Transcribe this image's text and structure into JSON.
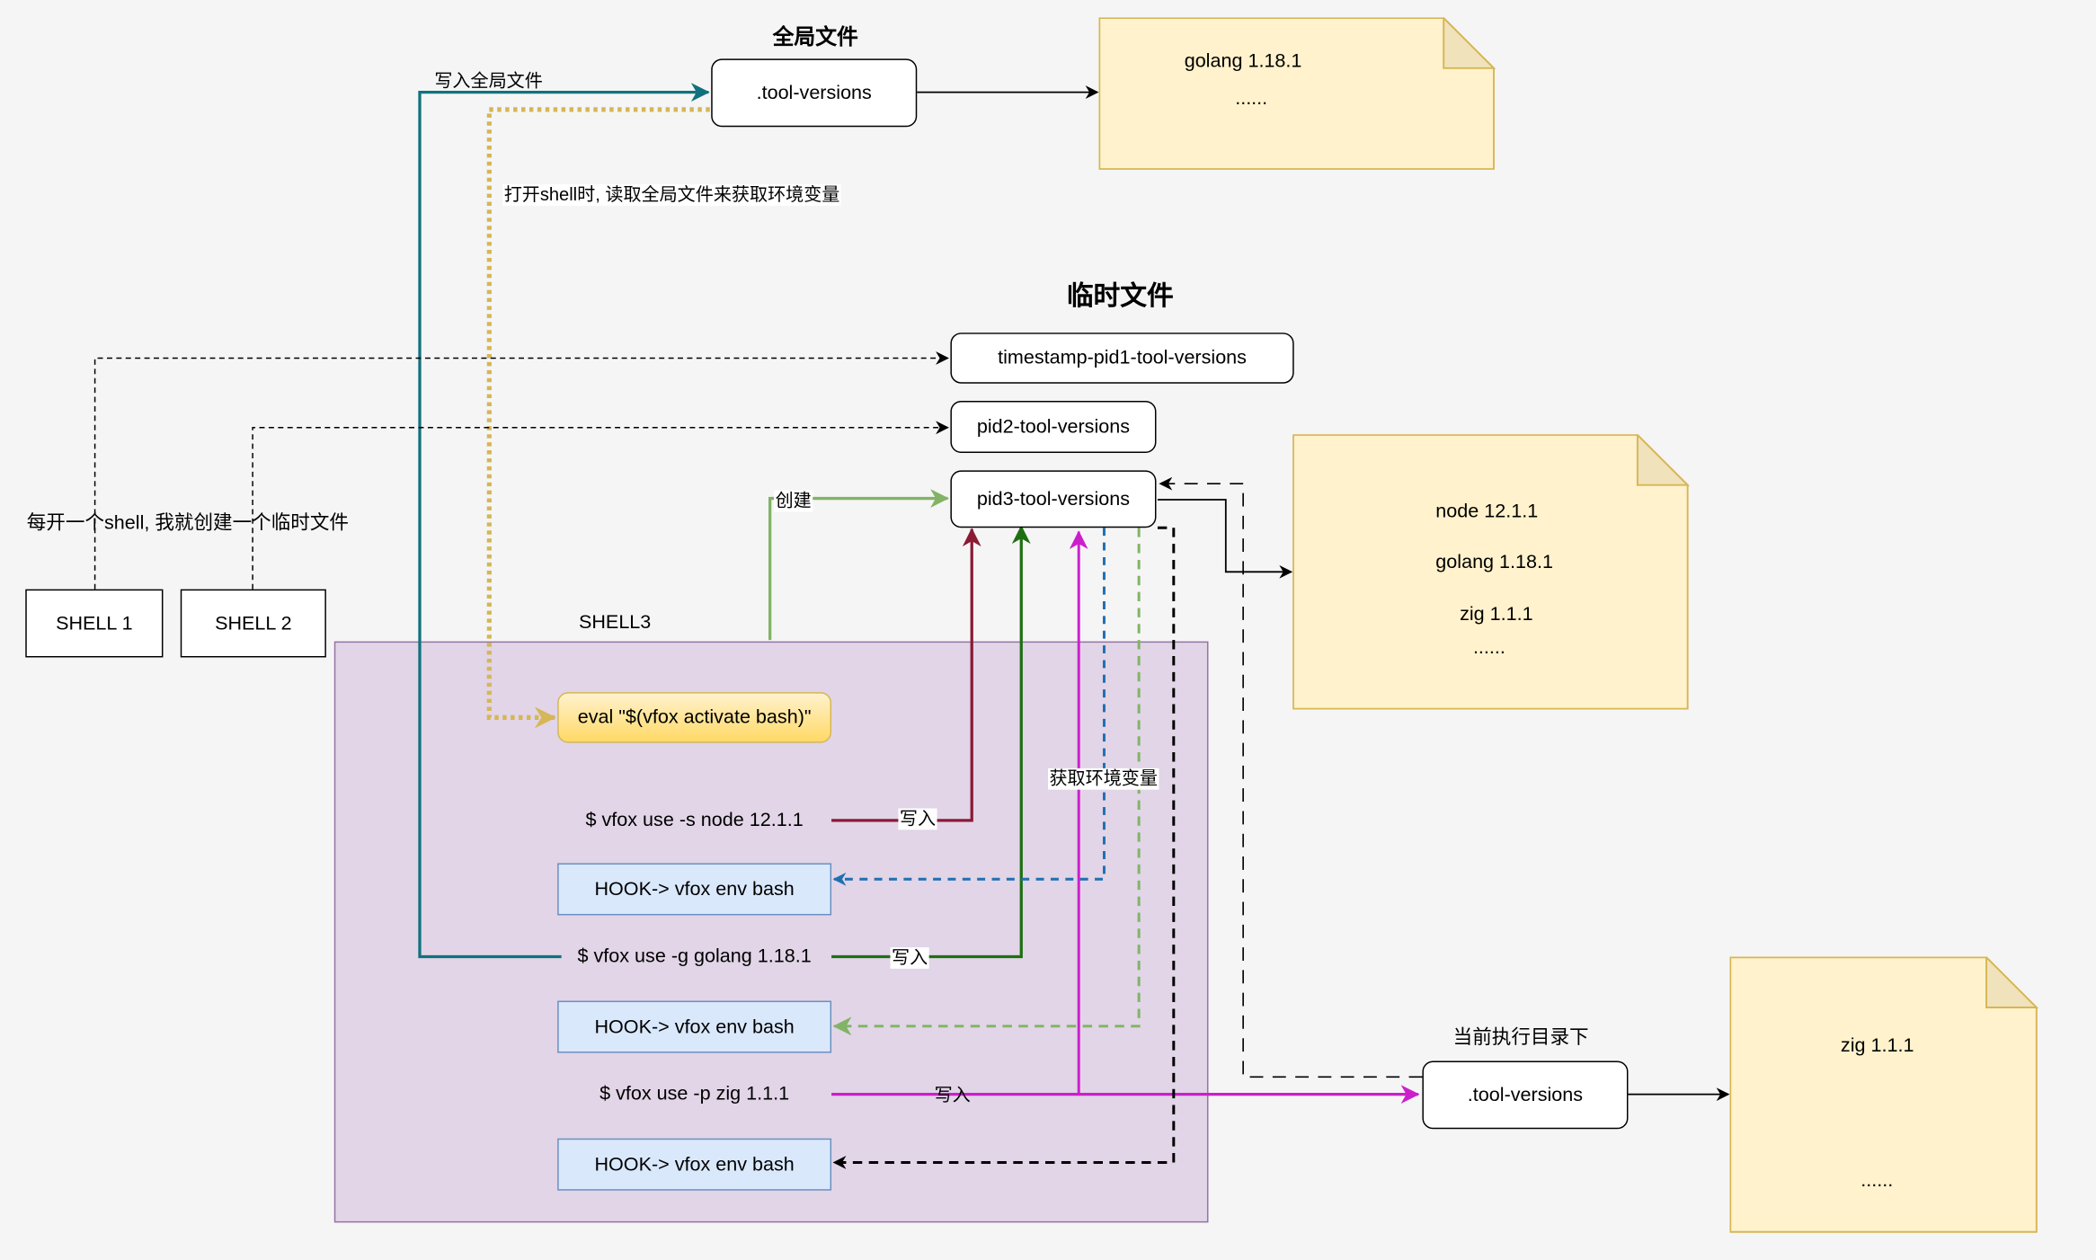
{
  "titles": {
    "global_file": "全局文件",
    "temp_files": "临时文件",
    "current_dir": "当前执行目录下",
    "shell3": "SHELL3"
  },
  "nodes": {
    "global_tool_versions": ".tool-versions",
    "temp_pid1": "timestamp-pid1-tool-versions",
    "temp_pid2": "pid2-tool-versions",
    "temp_pid3": "pid3-tool-versions",
    "local_tool_versions": ".tool-versions",
    "shell1": "SHELL 1",
    "shell2": "SHELL 2"
  },
  "shell3": {
    "eval_cmd": "eval \"$(vfox activate bash)\"",
    "cmd_session": "$ vfox use -s node 12.1.1",
    "cmd_global": "$ vfox use -g golang 1.18.1",
    "cmd_project": "$ vfox use -p zig 1.1.1",
    "hook_1": "HOOK-> vfox env bash",
    "hook_2": "HOOK-> vfox env bash",
    "hook_3": "HOOK-> vfox env bash"
  },
  "notes": {
    "global": {
      "lines": [
        "golang 1.18.1",
        "......"
      ]
    },
    "temp": {
      "lines": [
        "node 12.1.1",
        "golang 1.18.1",
        "zig 1.1.1",
        "......"
      ]
    },
    "local": {
      "lines": [
        "zig 1.1.1",
        "......"
      ]
    }
  },
  "edge_labels": {
    "write_global": "写入全局文件",
    "read_global_on_open": "打开shell时, 读取全局文件来获取环境变量",
    "each_shell_creates": "每开一个shell, 我就创建一个临时文件",
    "create": "创建",
    "write_1": "写入",
    "write_2": "写入",
    "write_3": "写入",
    "get_env": "获取环境变量"
  },
  "colors": {
    "teal": "#10727e",
    "gold_dotted": "#d6b656",
    "green_light": "#82b366",
    "crimson": "#8b1a35",
    "dark_green": "#1f6f12",
    "magenta": "#cc1fcc",
    "blue_dashed": "#1f6fb2",
    "shell3_fill": "#e1d5e7",
    "shell3_border": "#9673a6",
    "note_fill": "#fff2cc",
    "note_border": "#d6b656"
  }
}
